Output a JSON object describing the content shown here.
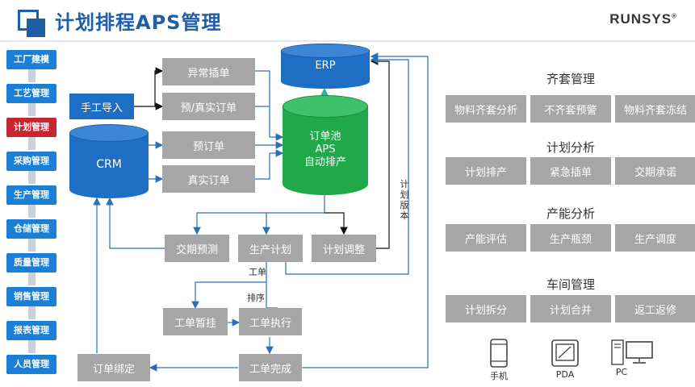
{
  "header": {
    "title": "计划排程APS管理",
    "logo": "RUNSYS",
    "logo_mark": "®"
  },
  "sidebar": {
    "items": [
      {
        "label": "工厂建模"
      },
      {
        "label": "工艺管理"
      },
      {
        "label": "计划管理",
        "active": true
      },
      {
        "label": "采购管理"
      },
      {
        "label": "生产管理"
      },
      {
        "label": "仓储管理"
      },
      {
        "label": "质量管理"
      },
      {
        "label": "销售管理"
      },
      {
        "label": "报表管理"
      },
      {
        "label": "人员管理"
      }
    ]
  },
  "flow": {
    "erp": "ERP",
    "crm": "CRM",
    "manual_import": "手工导入",
    "abnormal_insert": "异常插单",
    "pre_real_order": "预/真实订单",
    "pre_order": "预订单",
    "real_order": "真实订单",
    "order_pool": {
      "line1": "订单池",
      "line2": "APS",
      "line3": "自动排产"
    },
    "delivery_forecast": "交期预测",
    "production_plan": "生产计划",
    "plan_adjust": "计划调整",
    "plan_version": "计划版本",
    "label_workorder": "工单",
    "label_schedule": "排序",
    "wo_suspend": "工单暂挂",
    "wo_execute": "工单执行",
    "wo_complete": "工单完成",
    "order_bind": "订单绑定"
  },
  "sections": [
    {
      "title": "齐套管理",
      "items": [
        "物料齐套分析",
        "不齐套预警",
        "物料齐套冻结"
      ]
    },
    {
      "title": "计划分析",
      "items": [
        "计划排产",
        "紧急插单",
        "交期承诺"
      ]
    },
    {
      "title": "产能分析",
      "items": [
        "产能评估",
        "生产瓶颈",
        "生产调度"
      ]
    },
    {
      "title": "车间管理",
      "items": [
        "计划拆分",
        "计划合并",
        "返工返修"
      ]
    }
  ],
  "devices": [
    {
      "label": "手机",
      "icon": "phone-icon"
    },
    {
      "label": "PDA",
      "icon": "pda-icon"
    },
    {
      "label": "PC",
      "icon": "pc-icon"
    }
  ],
  "colors": {
    "primary": "#1e6fc4",
    "sidebar": "#1c7fd6",
    "active": "#c8262f",
    "green": "#21a84a",
    "gray": "#a6a6a6"
  }
}
